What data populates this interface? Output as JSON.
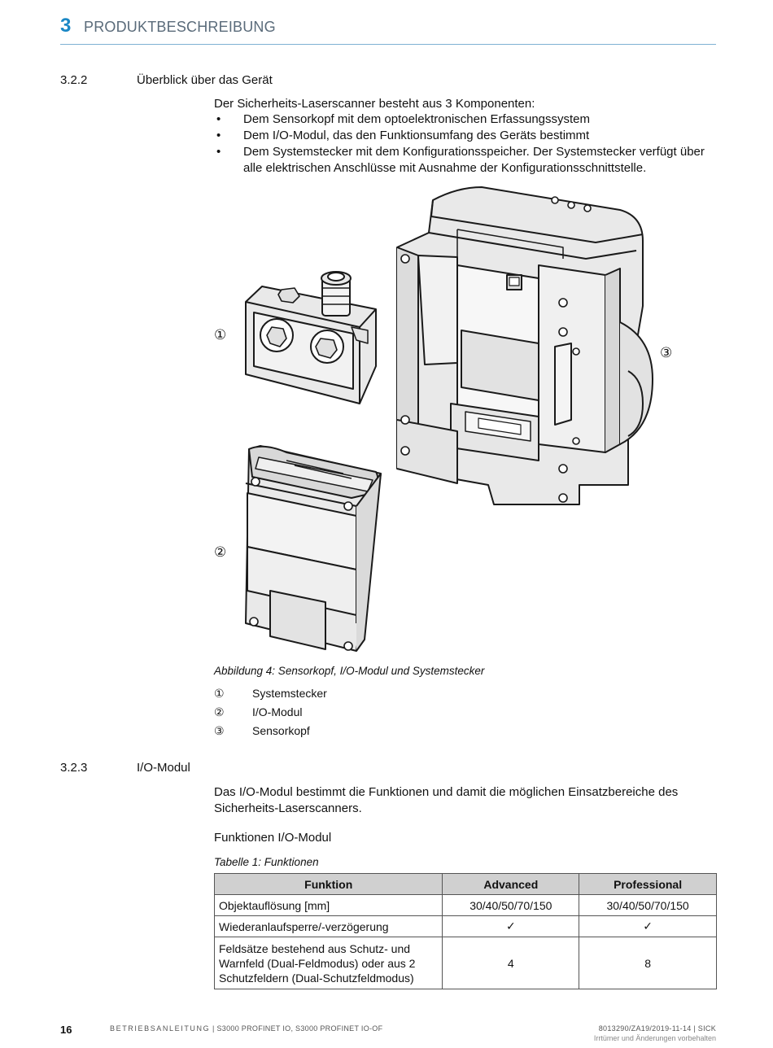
{
  "header": {
    "chapter_number": "3",
    "chapter_title": "PRODUKTBESCHREIBUNG"
  },
  "section_322": {
    "number": "3.2.2",
    "title": "Überblick über das Gerät",
    "intro": "Der Sicherheits-Laserscanner besteht aus 3 Komponenten:",
    "bullets": [
      "Dem Sensorkopf mit dem optoelektronischen Erfassungssystem",
      "Dem I/O-Modul, das den Funktionsumfang des Geräts bestimmt",
      "Dem Systemstecker mit dem Konfigurationsspeicher. Der Systemstecker verfügt über alle elektrischen Anschlüsse mit Ausnahme der Konfigurationsschnittstelle."
    ]
  },
  "figure": {
    "callouts": [
      "①",
      "②",
      "③"
    ],
    "caption": "Abbildung 4: Sensorkopf, I/O-Modul und Systemstecker",
    "legend": [
      {
        "symbol": "①",
        "label": "Systemstecker"
      },
      {
        "symbol": "②",
        "label": "I/O-Modul"
      },
      {
        "symbol": "③",
        "label": "Sensorkopf"
      }
    ]
  },
  "section_323": {
    "number": "3.2.3",
    "title": "I/O-Modul",
    "text": "Das I/O-Modul bestimmt die Funktionen und damit die möglichen Einsatzbereiche des Sicherheits-Laserscanners.",
    "subheading": "Funktionen I/O-Modul",
    "table_caption": "Tabelle 1: Funktionen"
  },
  "table": {
    "headers": [
      "Funktion",
      "Advanced",
      "Professional"
    ],
    "rows": [
      [
        "Objektauflösung [mm]",
        "30/40/50/70/150",
        "30/40/50/70/150"
      ],
      [
        "Wiederanlaufsperre/-verzögerung",
        "✓",
        "✓"
      ],
      [
        "Feldsätze bestehend aus Schutz- und Warnfeld (Dual-Feldmodus) oder aus 2 Schutzfeldern (Dual-Schutzfeldmodus)",
        "4",
        "8"
      ]
    ]
  },
  "footer": {
    "page_number": "16",
    "doc_label": "BETRIEBSANLEITUNG",
    "doc_rest": " | S3000 PROFINET IO, S3000 PROFINET IO-OF",
    "reference": "8013290/ZA19/2019-11-14 | SICK",
    "note": "Irrtümer und Änderungen vorbehalten"
  }
}
